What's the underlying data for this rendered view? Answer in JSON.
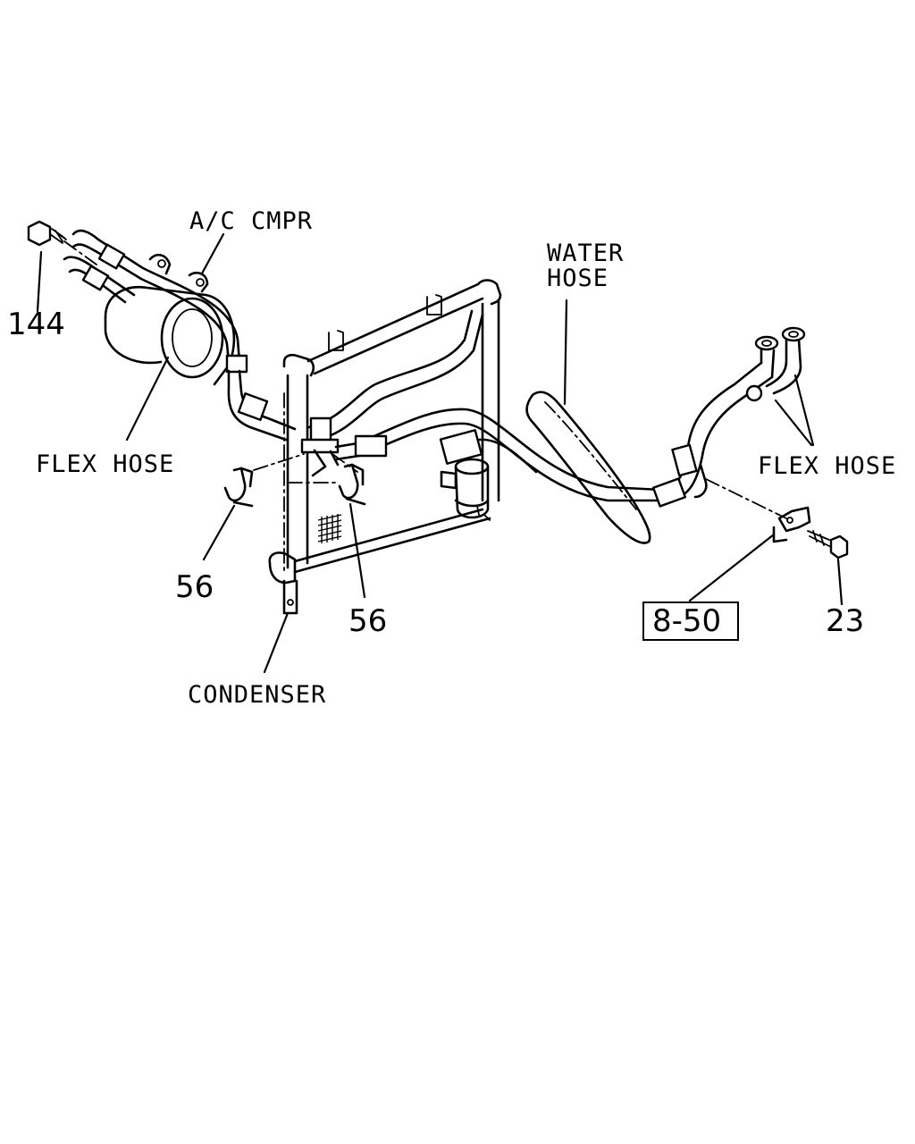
{
  "labels": {
    "ac_compressor": "A/C CMPR",
    "water_hose_line1": "WATER",
    "water_hose_line2": "HOSE",
    "flex_hose_left": "FLEX HOSE",
    "flex_hose_right": "FLEX HOSE",
    "condenser": "CONDENSER"
  },
  "callouts": {
    "bolt_top_left": "144",
    "clip_left": "56",
    "clip_center": "56",
    "bolt_right": "23",
    "reference_box": "8-50"
  }
}
